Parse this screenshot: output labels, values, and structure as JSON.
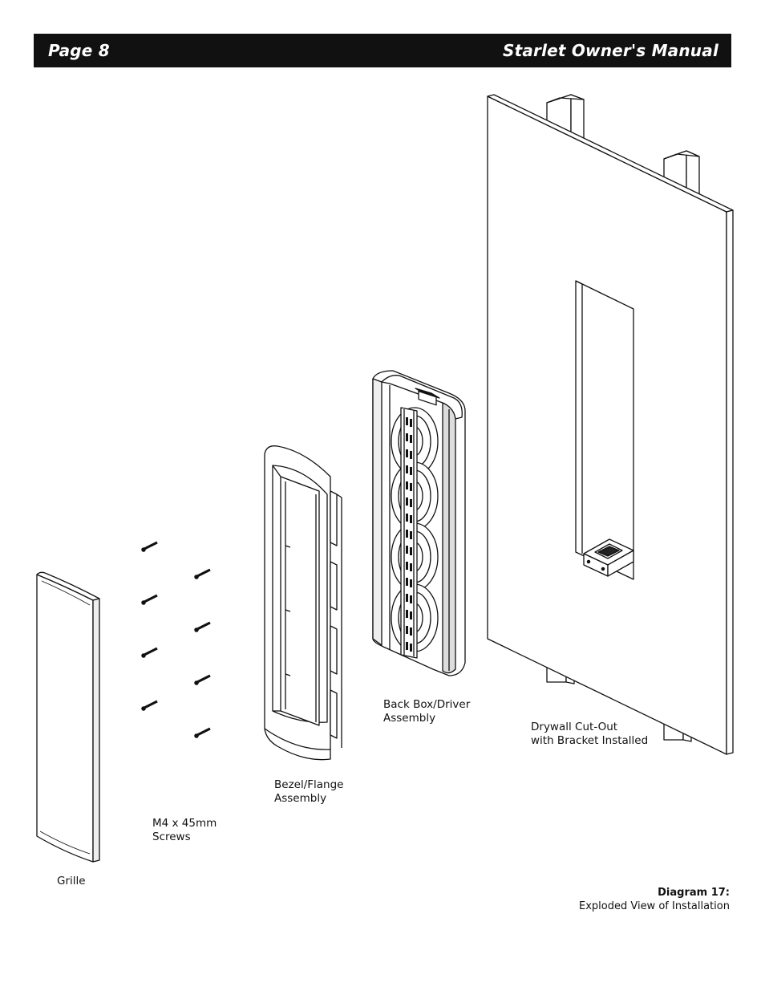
{
  "header": {
    "page_label": "Page 8",
    "manual_title": "Starlet Owner's Manual"
  },
  "labels": {
    "grille": "Grille",
    "screws_line1": "M4 x 45mm",
    "screws_line2": "Screws",
    "bezel_line1": "Bezel/Flange",
    "bezel_line2": "Assembly",
    "backbox_line1": "Back Box/Driver",
    "backbox_line2": "Assembly",
    "drywall_line1": "Drywall Cut-Out",
    "drywall_line2": "with Bracket Installed"
  },
  "caption": {
    "title": "Diagram 17:",
    "text": "Exploded View of Installation"
  }
}
